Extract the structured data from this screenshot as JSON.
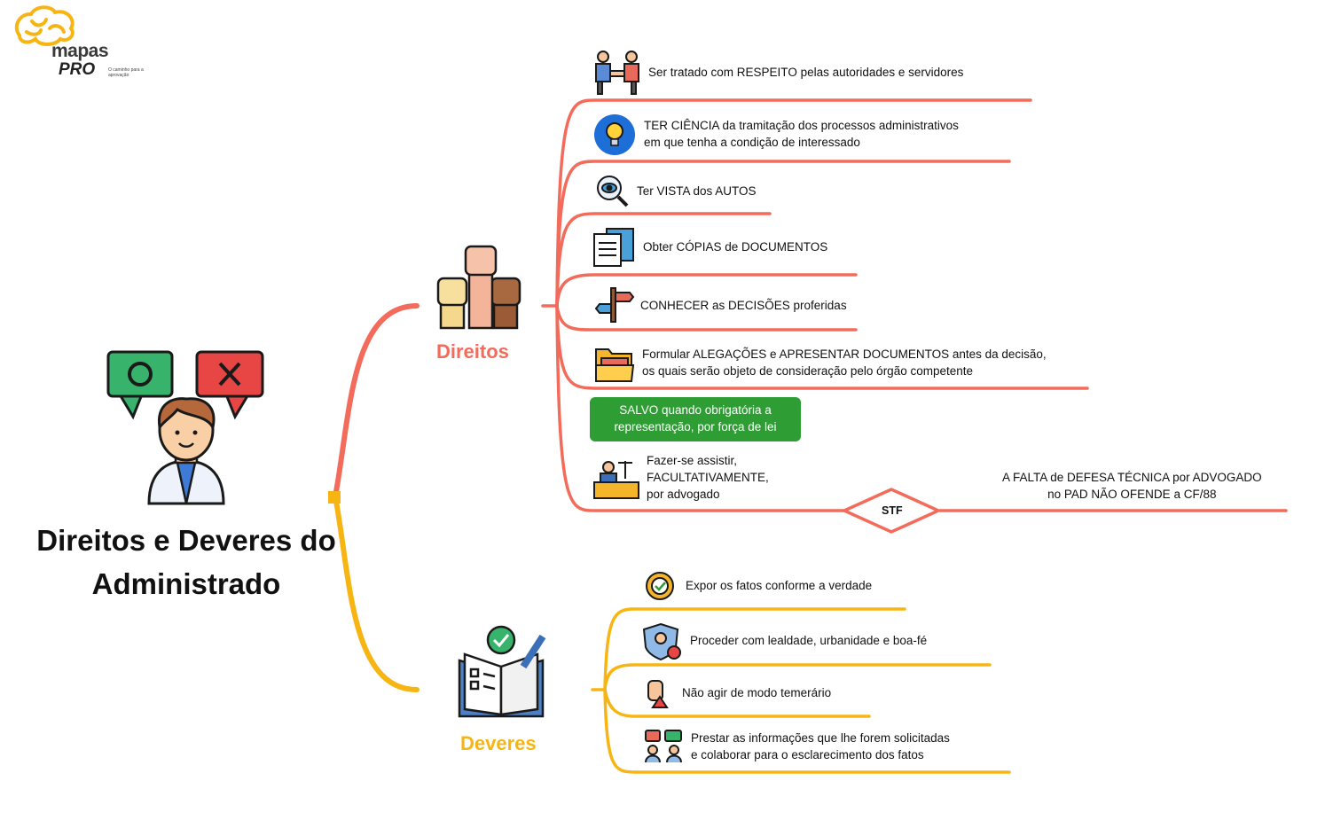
{
  "logo": {
    "name": "mapas",
    "pro": "PRO",
    "tagline": "O caminho para a aprovação"
  },
  "title": "Direitos e Deveres do Administrado",
  "colors": {
    "direitos": "#f26b5b",
    "deveres": "#f7b514",
    "note_bg": "#2e9e34"
  },
  "direitos": {
    "label": "Direitos",
    "items": [
      {
        "icon": "handshake-icon",
        "text": "Ser tratado com RESPEITO pelas autoridades e servidores"
      },
      {
        "icon": "lightbulb-icon",
        "text": "TER CIÊNCIA da tramitação dos processos administrativos\nem que tenha a condição de interessado"
      },
      {
        "icon": "magnifier-eye-icon",
        "text": "Ter VISTA dos AUTOS"
      },
      {
        "icon": "documents-icon",
        "text": "Obter CÓPIAS de DOCUMENTOS"
      },
      {
        "icon": "signpost-icon",
        "text": "CONHECER as DECISÕES proferidas"
      },
      {
        "icon": "folder-icon",
        "text": "Formular ALEGAÇÕES e APRESENTAR DOCUMENTOS antes da decisão,\nos quais serão objeto de consideração pelo órgão competente"
      },
      {
        "icon": "lawyer-icon",
        "text": "Fazer-se assistir,\nFACULTATIVAMENTE,\npor advogado"
      }
    ],
    "note": "SALVO quando obrigatória a\nrepresentação, por força de lei",
    "stf": {
      "label": "STF",
      "text": "A FALTA de DEFESA TÉCNICA por ADVOGADO\nno PAD NÃO OFENDE a CF/88"
    }
  },
  "deveres": {
    "label": "Deveres",
    "items": [
      {
        "icon": "verified-badge-icon",
        "text": "Expor os fatos conforme a verdade"
      },
      {
        "icon": "shield-person-icon",
        "text": "Proceder com lealdade, urbanidade e boa-fé"
      },
      {
        "icon": "stop-hand-warning-icon",
        "text": "Não agir de modo temerário"
      },
      {
        "icon": "team-chat-icon",
        "text": "Prestar as informações que lhe forem solicitadas\ne colaborar para o esclarecimento dos fatos"
      }
    ]
  }
}
